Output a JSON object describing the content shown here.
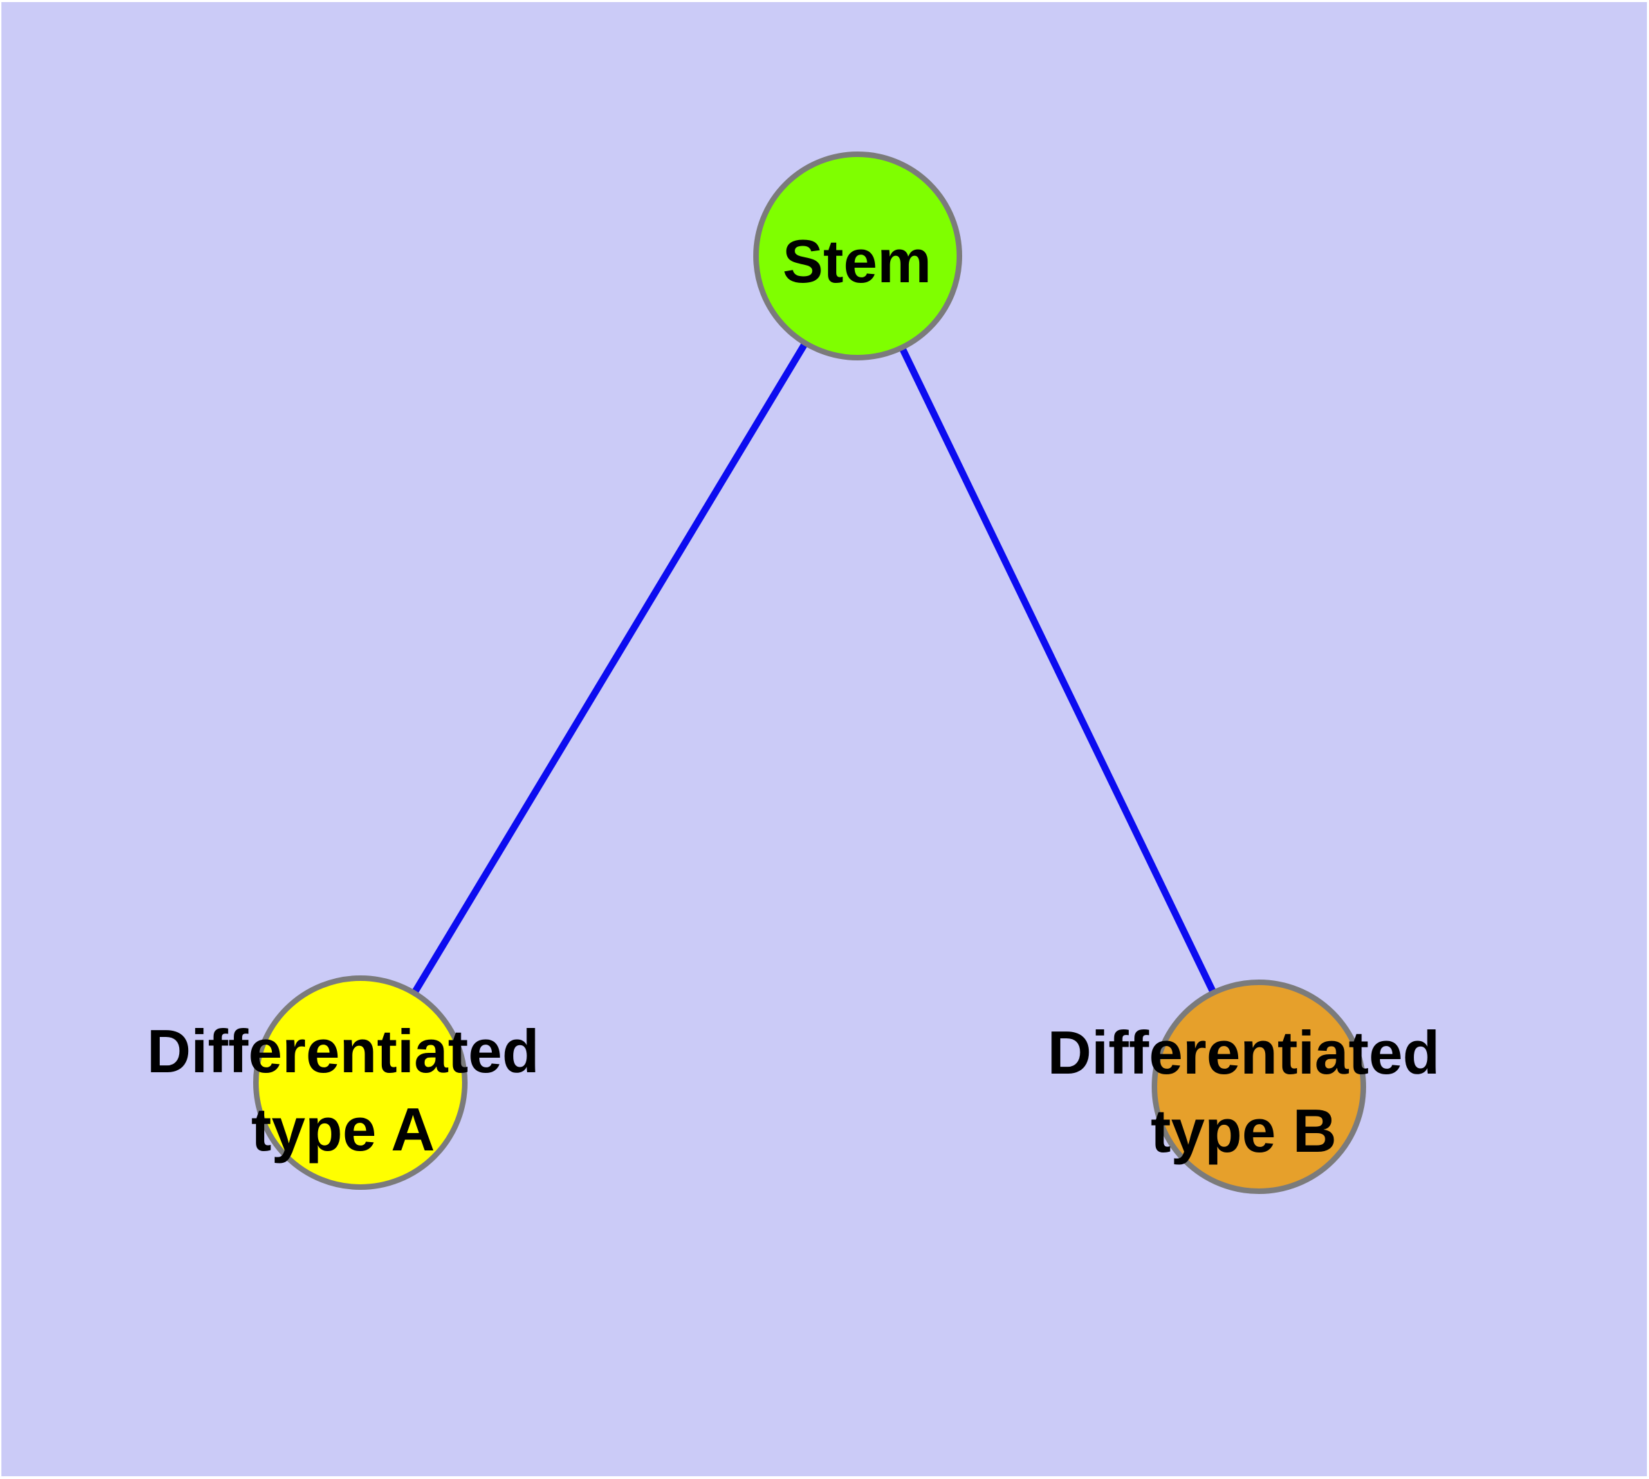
{
  "diagram": {
    "background_color": "#cbcbf7",
    "frame_color": "#ffffff",
    "edge_color": "#0c0cf0",
    "node_stroke_color": "#7b7b7b",
    "label_color": "#000000",
    "nodes": [
      {
        "id": "stem",
        "label": "Stem",
        "fill": "#7fff00"
      },
      {
        "id": "differentiated-type-a",
        "label": "Differentiated type A",
        "label_line1": "Differentiated",
        "label_line2": "type A",
        "fill": "#ffff00"
      },
      {
        "id": "differentiated-type-b",
        "label": "Differentiated type B",
        "label_line1": "Differentiated",
        "label_line2": "type B",
        "fill": "#e6a02b"
      }
    ],
    "edges": [
      {
        "from": "Stem",
        "to": "Differentiated type A"
      },
      {
        "from": "Stem",
        "to": "Differentiated type B"
      }
    ]
  }
}
